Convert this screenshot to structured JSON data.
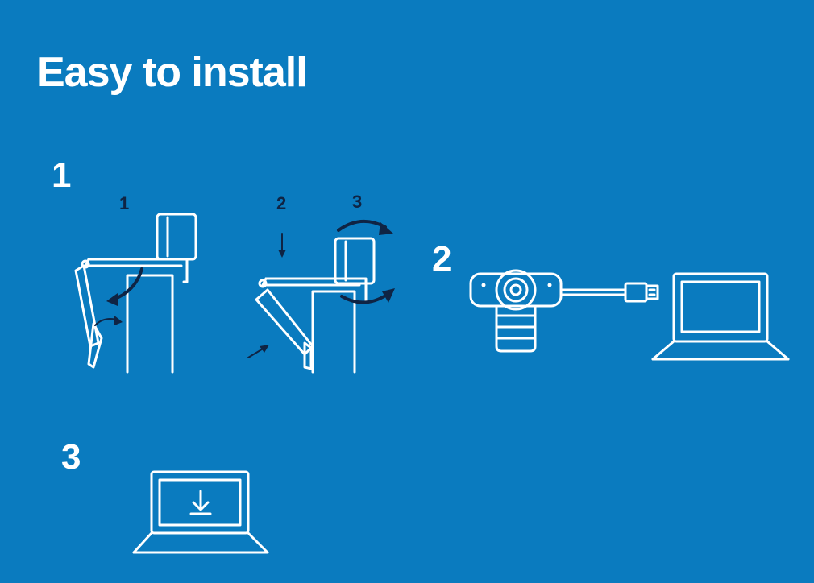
{
  "title": "Easy to install",
  "steps": [
    {
      "number": "1",
      "sub_steps": [
        "1",
        "2",
        "3"
      ]
    },
    {
      "number": "2"
    },
    {
      "number": "3"
    }
  ],
  "colors": {
    "background": "#0A7BBF",
    "line_art": "#FFFFFF",
    "arrows": "#0F2444"
  },
  "icons": [
    "webcam-mount-icon",
    "webcam-icon",
    "usb-cable-icon",
    "laptop-icon",
    "download-icon"
  ]
}
